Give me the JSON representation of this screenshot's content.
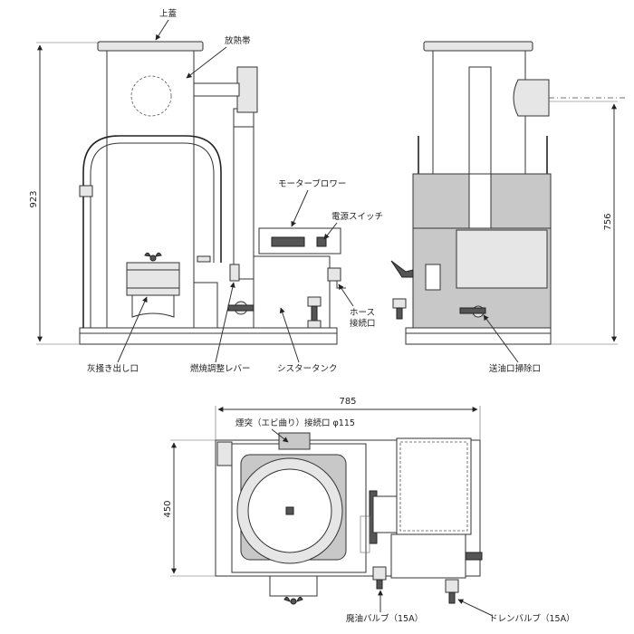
{
  "labels": {
    "top_lid": "上蓋",
    "heat_band": "放熱帯",
    "motor_blower": "モーターブロワー",
    "power_switch": "電源スイッチ",
    "hose_connection_line1": "ホース",
    "hose_connection_line2": "接続口",
    "ash_outlet": "灰掻き出し口",
    "burn_lever": "燃焼調整レバー",
    "cistern_tank": "シスタータンク",
    "oil_outlet_clean": "送油口掃除口",
    "chimney_connection": "煙突（エビ曲り）接続口 φ115",
    "waste_oil_valve": "廃油バルブ（15A）",
    "drain_valve": "ドレンバルブ（15A）"
  },
  "dimensions": {
    "height_front": "923",
    "height_side": "756",
    "width_top": "785",
    "depth_top": "450"
  },
  "icons": {
    "valve": "valve-icon",
    "wing_nut": "wing-nut-icon",
    "motor": "motor-icon"
  }
}
